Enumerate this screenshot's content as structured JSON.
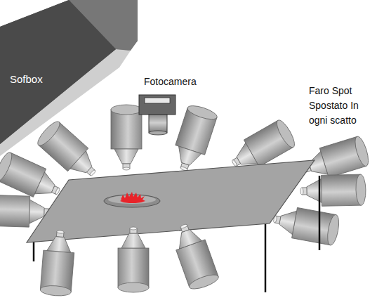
{
  "diagram": {
    "nodes": [
      {
        "text": [
          "Sofbox"
        ]
      }
    ],
    "labels": [
      "Fotocamera",
      "Faro Spot Spostato In ogni scatto"
    ]
  }
}
